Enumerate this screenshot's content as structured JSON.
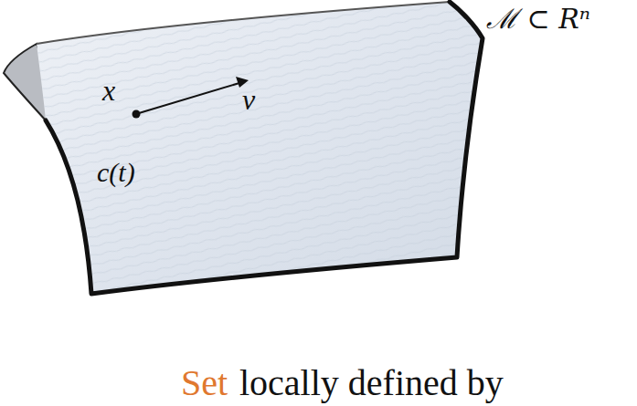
{
  "diagram": {
    "labels": [
      "ℳ ⊂ Rⁿ",
      "x",
      "v",
      "c(t)",
      "Set",
      "locally defined by"
    ]
  }
}
